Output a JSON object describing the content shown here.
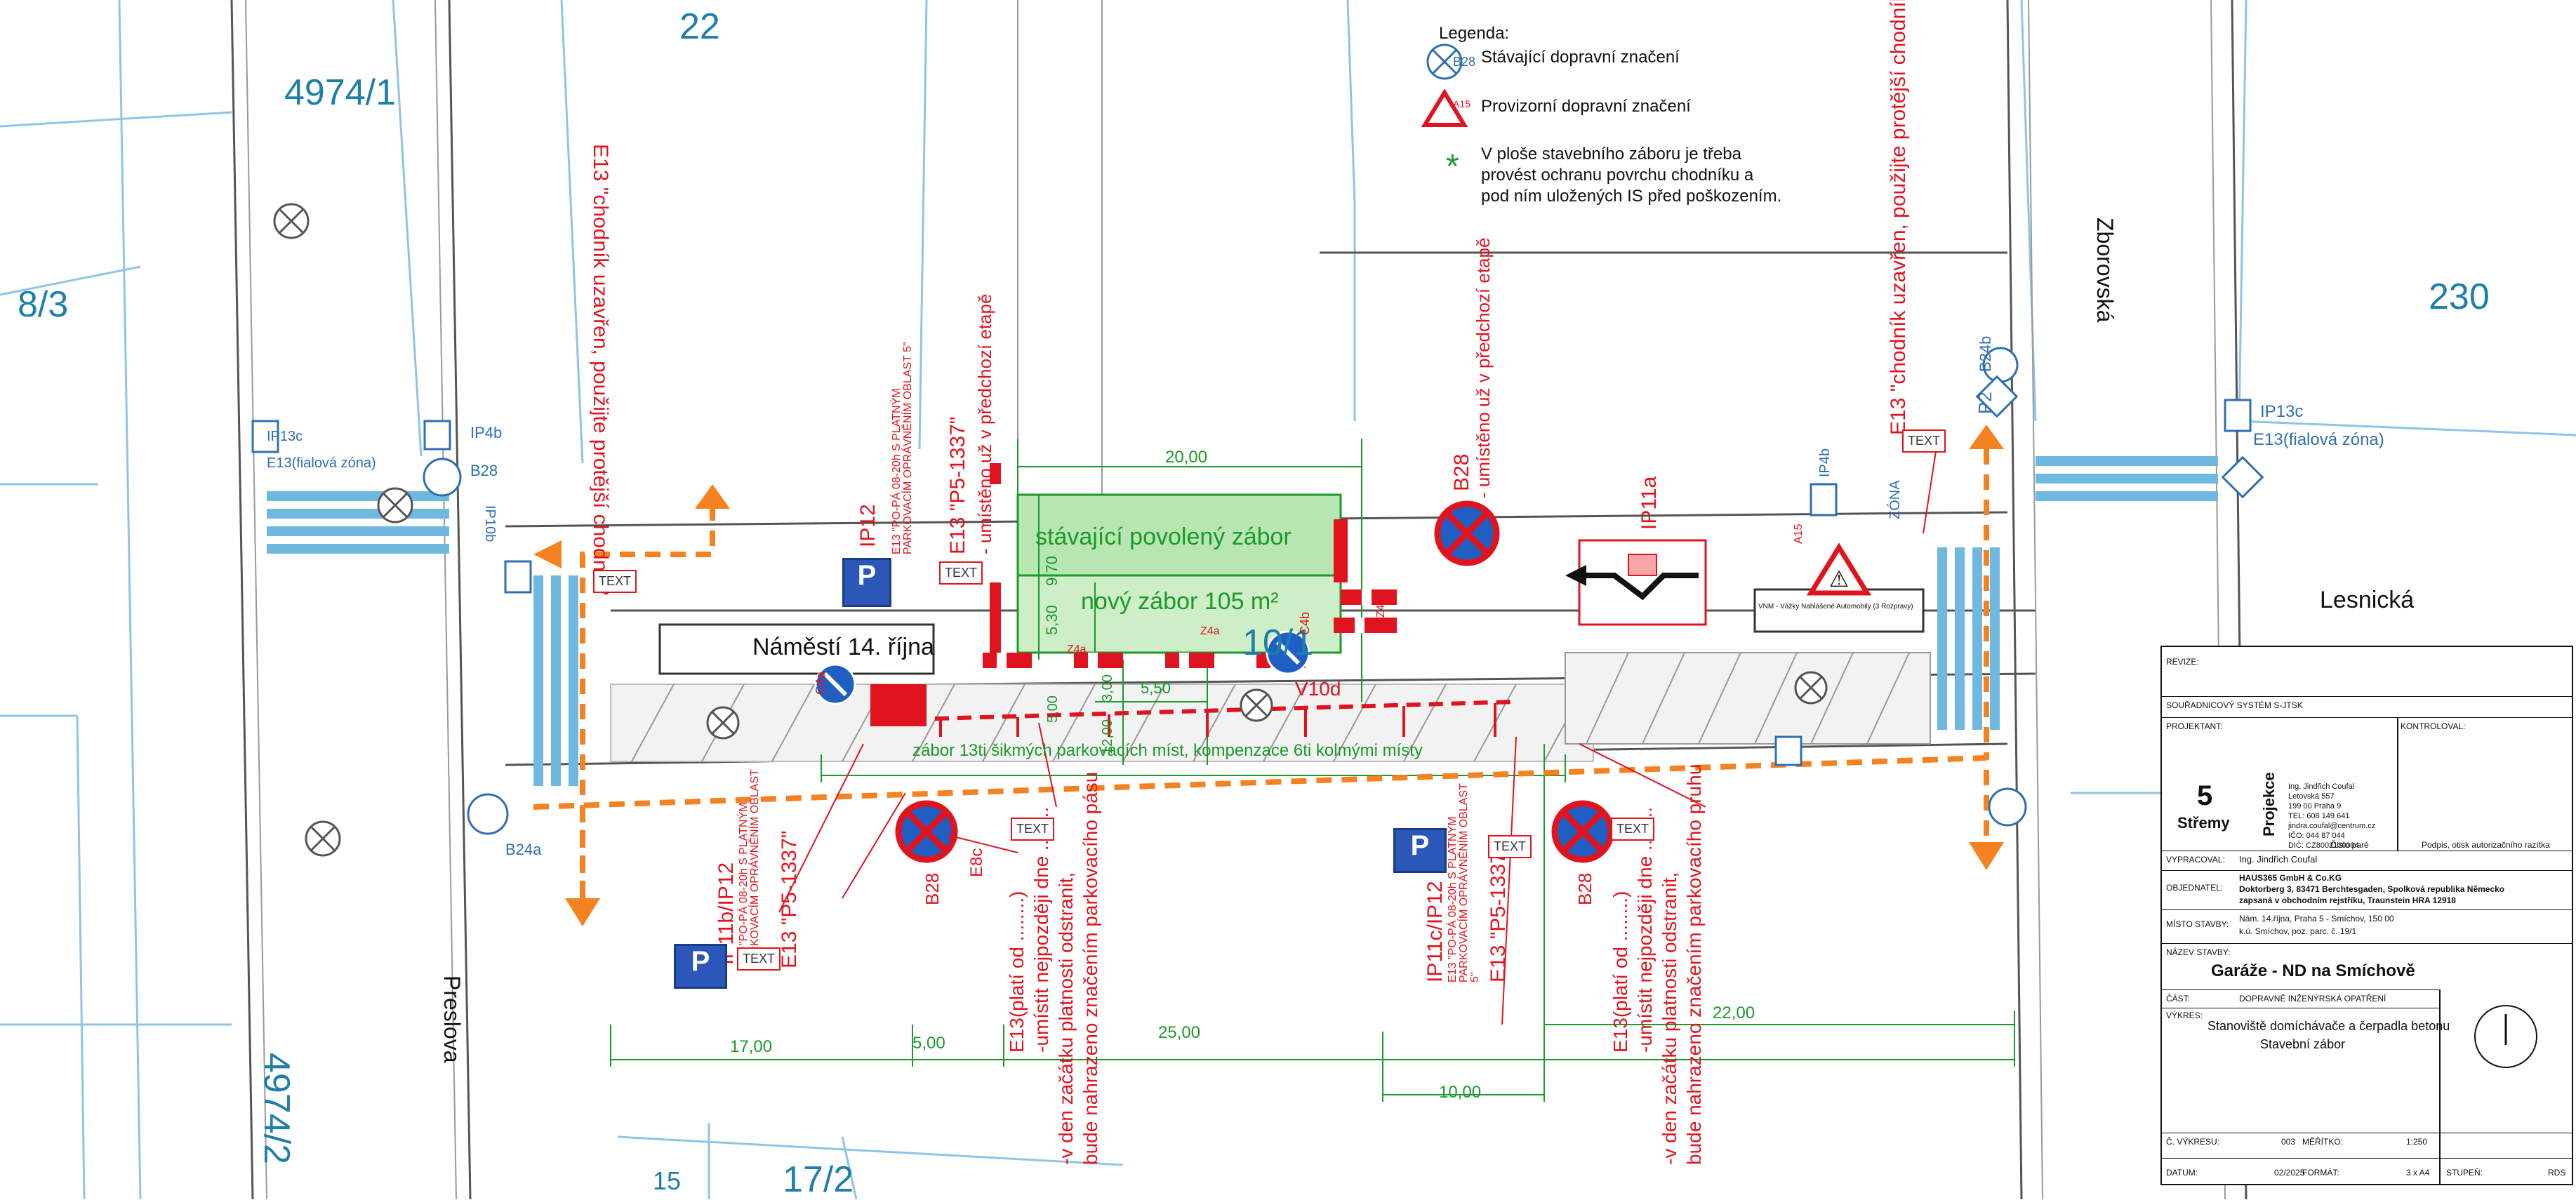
{
  "parcels": {
    "p22": "22",
    "p4974_1": "4974/1",
    "p8_3": "8/3",
    "p230": "230",
    "p10_1": "10/1",
    "p4974_2": "4974/2",
    "p17_2": "17/2",
    "p15": "15"
  },
  "streets": {
    "zborovska": "Zborovská",
    "lesnicka": "Lesnická",
    "preslova": "Preslova",
    "namesti": "Náměstí 14. října"
  },
  "legend": {
    "title": "Legenda:",
    "existing": "Stávající dopravní značení",
    "existing_code": "B28",
    "temporary": "Provizorní dopravní značení",
    "temporary_code": "A15",
    "note_line1": "V ploše stavebního záboru je třeba",
    "note_line2": "provést ochranu povrchu chodníku a",
    "note_line3": "pod ním uložených IS před poškozením."
  },
  "annotations": {
    "e13_left": "E13 \"chodník uzavřen, použijte protější chodník\"",
    "e13_right": "E13 \"chodník uzavřen, použijte protější chodník\"",
    "b28_top": "B28",
    "b28_top_note": "- umístěno už v předchozí etapě",
    "ip12_top": "IP12",
    "e13_po_top": "E13 \"PO-PÁ 08-20h S PLATNÝM PARKOVACÍM OPRÁVNĚNÍM OBLAST 5\"",
    "e13_p5_top": "E13 \"P5-1337\"",
    "e13_p5_top_note": "- umístěno už v předchozí etapě",
    "stavajici_zabor": "stávající povolený zábor",
    "novy_zabor": "nový zábor 105 m²",
    "zabor_13": "zábor 13ti šikmých parkovacích míst, kompenzace 6ti kolmými místy",
    "ip11a": "IP11a",
    "ip11b": "IP11b/IP12",
    "e13_po_b": "E13 \"PO-PÁ 08-20h S PLATNÝM PARKOVACÍM OPRÁVNĚNÍM OBLAST 5\"",
    "e13_p5_b": "E13 \"P5-1337\"",
    "ip11c": "IP11c/IP12",
    "e13_po_c": "E13 \"PO-PÁ 08-20h S PLATNÝM PARKOVACÍM OPRÁVNĚNÍM OBLAST 5\"",
    "e13_p5_c": "E13 \"P5-1337\"",
    "b28_mid": "B28",
    "e8c": "E8c",
    "e13_plati_1a": "E13(platí od ........)",
    "e13_plati_1b": "-umístit nejpozději dne ........",
    "e13_plati_1c": "-v den začátku platnosti odstranit,",
    "e13_plati_1d": "bude nahrazeno značením parkovacího pásu",
    "b28_right": "B28",
    "e13_plati_2a": "E13(platí od ........)",
    "e13_plati_2b": "-umístit nejpozději dne ........",
    "e13_plati_2c": "-v den začátku platnosti odstranit,",
    "e13_plati_2d": "bude nahrazeno značením parkovacího pruhu",
    "v10d": "V10d",
    "c4b": "C4b",
    "c4a": "C4a",
    "a15": "A15",
    "ip4b_left": "IP4b",
    "b28_left": "B28",
    "ip10b": "IP10b",
    "ip13c_left": "IP13c",
    "e13_fialova_left": "E13(fialová zóna)",
    "ip13c_right": "IP13c",
    "e13_fialova_right": "E13(fialová zóna)",
    "ip4b_right": "IP4b",
    "p2": "P2",
    "b24a": "B24a",
    "b24b": "B24b",
    "zona": "ZÓNA",
    "text": "TEXT",
    "reserved": "P",
    "z4a": "Z4a",
    "z4b": "Z4b",
    "vnm": "VNM - Vážky Nahlášené Automobily (3 Rozpravy)"
  },
  "dims": {
    "d20": "20,00",
    "d9_70": "9,70",
    "d5_30": "5,30",
    "d5_50": "5,50",
    "d3_00": "3,00",
    "d12_00": "12,00",
    "d5_00_v": "5,00",
    "d17": "17,00",
    "d5_00": "5,00",
    "d25": "25,00",
    "d10": "10,00",
    "d22": "22,00"
  },
  "titleblock": {
    "revize": "REVIZE:",
    "souradnicovy": "SOUŘADNICOVÝ SYSTÉM S-JTSK",
    "projektant_k": "PROJEKTANT:",
    "kontroloval_k": "KONTROLOVAL:",
    "company_name": "Ing. Jindřich Coufal",
    "company_addr1": "Letovská 557",
    "company_addr2": "199 00 Praha 9",
    "company_tel": "TEL: 608 149 641",
    "company_mail": "jindra.coufal@centrum.cz",
    "company_ico": "IČO: 044 87 044",
    "company_dic": "DIČ: CZ8002130004",
    "logo_digit": "5",
    "logo_word1": "Střemy",
    "logo_word2": "Projekce",
    "cislo_pare": "Číslo paré",
    "podpis": "Podpis, otisk autorizačního razítka",
    "vypracoval_k": "VYPRACOVAL:",
    "vypracoval_v": "Ing. Jindřich Coufal",
    "objednatel_k": "OBJEDNATEL:",
    "objednatel_v1": "HAUS365 GmbH & Co.KG",
    "objednatel_v2": "Doktorberg 3, 83471 Berchtesgaden, Spolková republika Německo",
    "objednatel_v3": "zapsaná v obchodním rejstříku, Traunstein HRA 12918",
    "misto_k": "MÍSTO STAVBY:",
    "misto_v1": "Nám. 14.října, Praha 5 - Smíchov, 150 00",
    "misto_v2": "k.ú. Smíchov, poz. parc. č. 19/1",
    "nazev_k": "NÁZEV STAVBY:",
    "nazev_v": "Garáže - ND na Smíchově",
    "cast_k": "ČÁST:",
    "cast_v": "DOPRAVNĚ INŽENÝRSKÁ OPATŘENÍ",
    "vykres_k": "VÝKRES:",
    "vykres_v1": "Stanoviště domíchávače a čerpadla betonu",
    "vykres_v2": "Stavební zábor",
    "cislo_k": "Č. VÝKRESU:",
    "cislo_v": "003",
    "meritko_k": "MĚŘÍTKO:",
    "meritko_v": "1:250",
    "datum_k": "DATUM:",
    "datum_v": "02/2025",
    "format_k": "FORMÁT:",
    "format_v": "3 x A4",
    "stupen_k": "STUPEŇ:",
    "stupen_v": "RDS"
  }
}
